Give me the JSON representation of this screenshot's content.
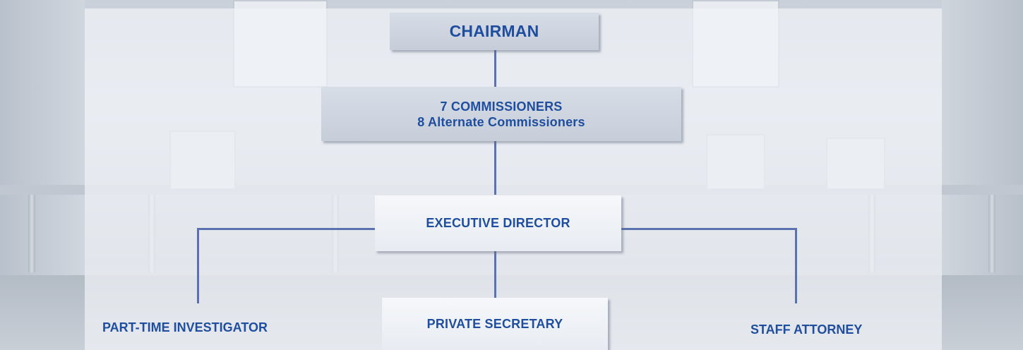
{
  "org_chart": {
    "chairman": "CHAIRMAN",
    "commissioners": {
      "line1": "7 COMMISSIONERS",
      "line2": "8 Alternate Commissioners"
    },
    "executive_director": "EXECUTIVE DIRECTOR",
    "part_time_investigator": "PART-TIME INVESTIGATOR",
    "private_secretary": "PRIVATE SECRETARY",
    "staff_attorney": "STAFF ATTORNEY"
  },
  "colors": {
    "text": "#1f4e9e",
    "connector": "#5a73b0"
  }
}
